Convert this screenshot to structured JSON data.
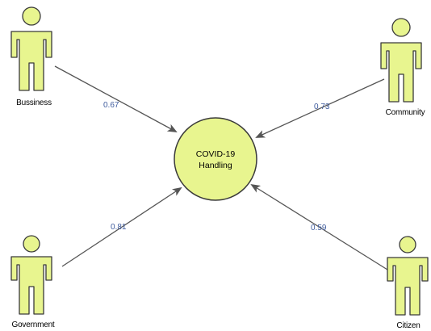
{
  "diagram": {
    "central_node": {
      "line1": "COVID-19",
      "line2": "Handling"
    },
    "actors": [
      {
        "label": "Bussiness"
      },
      {
        "label": "Community"
      },
      {
        "label": "Government"
      },
      {
        "label": "Citizen"
      }
    ],
    "edges": [
      {
        "from": "Bussiness",
        "value": "0.67"
      },
      {
        "from": "Community",
        "value": "0.73"
      },
      {
        "from": "Government",
        "value": "0.81"
      },
      {
        "from": "Citizen",
        "value": "0.59"
      }
    ],
    "colors": {
      "fill": "#e8f58f",
      "stroke": "#3a3a3a",
      "edge": "#555555",
      "edge_label": "#3f5c9e"
    }
  }
}
